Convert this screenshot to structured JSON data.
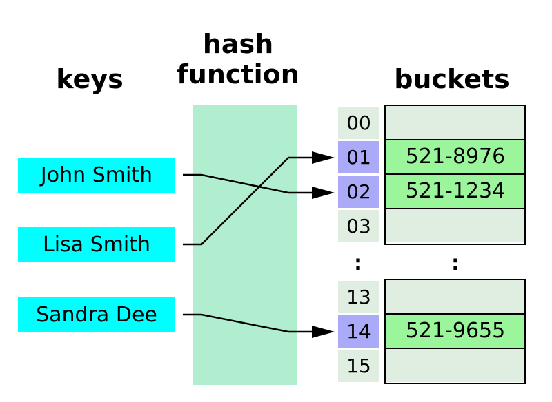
{
  "headers": {
    "keys": "keys",
    "hash_line1": "hash",
    "hash_line2": "function",
    "buckets": "buckets"
  },
  "keys": [
    "John Smith",
    "Lisa Smith",
    "Sandra Dee"
  ],
  "indices": {
    "upper": [
      {
        "label": "00",
        "used": false,
        "value": ""
      },
      {
        "label": "01",
        "used": true,
        "value": "521-8976"
      },
      {
        "label": "02",
        "used": true,
        "value": "521-1234"
      },
      {
        "label": "03",
        "used": false,
        "value": ""
      }
    ],
    "lower": [
      {
        "label": "13",
        "used": false,
        "value": ""
      },
      {
        "label": "14",
        "used": true,
        "value": "521-9655"
      },
      {
        "label": "15",
        "used": false,
        "value": ""
      }
    ]
  },
  "ellipsis": ":",
  "mappings": [
    {
      "key": "John Smith",
      "index": "02"
    },
    {
      "key": "Lisa Smith",
      "index": "01"
    },
    {
      "key": "Sandra Dee",
      "index": "14"
    }
  ],
  "colors": {
    "key_fill": "#00ffff",
    "hash_fill": "#b0eecf",
    "index_used": "#aaaaf8",
    "index_empty": "#dfeee0",
    "bucket_used": "#9bf59b",
    "bucket_empty": "#dfeee0"
  }
}
